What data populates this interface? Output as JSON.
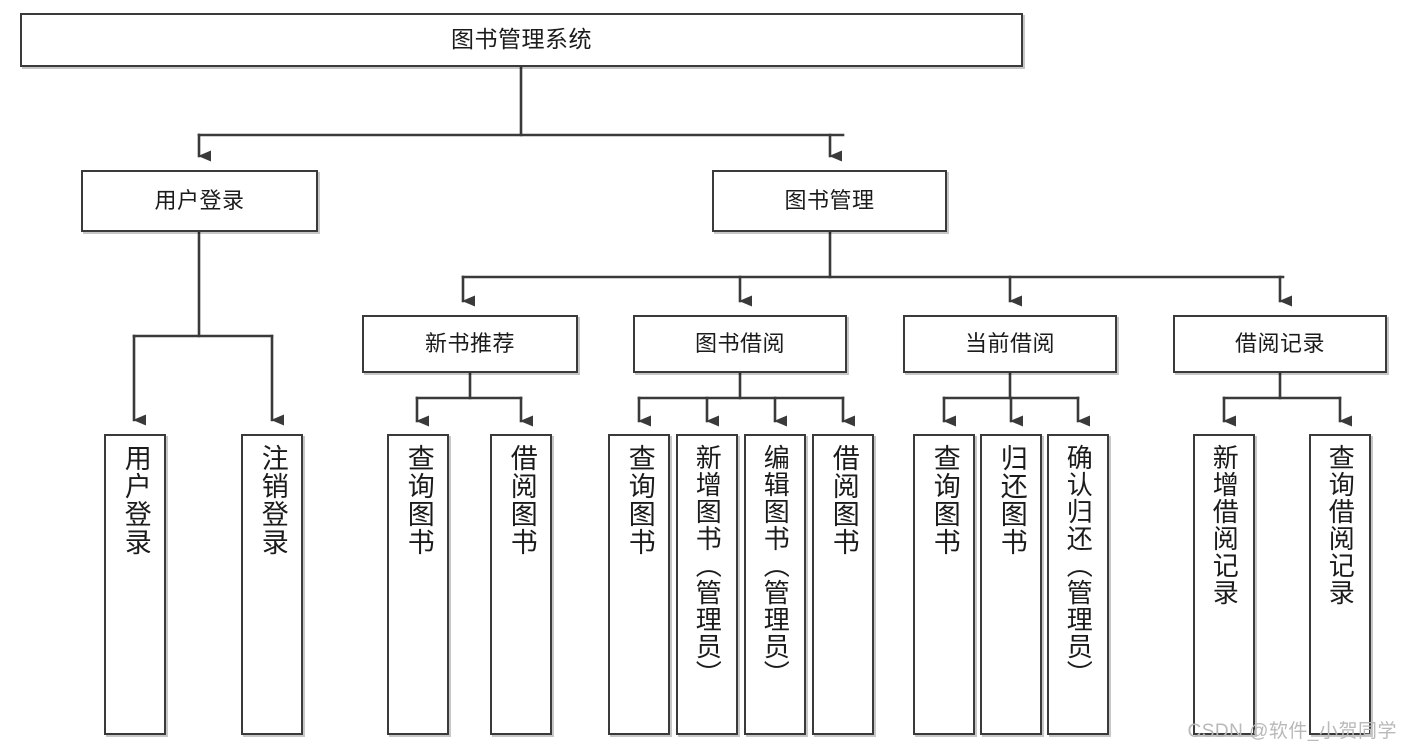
{
  "diagram": {
    "type": "tree",
    "title": "图书管理系统",
    "root": {
      "id": "root",
      "label": "图书管理系统"
    },
    "level2": [
      {
        "id": "user-login",
        "label": "用户登录"
      },
      {
        "id": "book-manage",
        "label": "图书管理"
      }
    ],
    "level3": [
      {
        "id": "new-book-recommend",
        "label": "新书推荐"
      },
      {
        "id": "book-borrow",
        "label": "图书借阅"
      },
      {
        "id": "current-borrow",
        "label": "当前借阅"
      },
      {
        "id": "borrow-record",
        "label": "借阅记录"
      }
    ],
    "leaves": {
      "user_login": [
        {
          "id": "leaf-user-login",
          "label": "用户登录"
        },
        {
          "id": "leaf-logout-login",
          "label": "注销登录"
        }
      ],
      "new_book_recommend": [
        {
          "id": "leaf-query-book-1",
          "label": "查询图书"
        },
        {
          "id": "leaf-borrow-book-1",
          "label": "借阅图书"
        }
      ],
      "book_borrow": [
        {
          "id": "leaf-query-book-2",
          "label": "查询图书"
        },
        {
          "id": "leaf-add-book",
          "label": "新增图书（管理员）"
        },
        {
          "id": "leaf-edit-book",
          "label": "编辑图书（管理员）"
        },
        {
          "id": "leaf-borrow-book-2",
          "label": "借阅图书"
        }
      ],
      "current_borrow": [
        {
          "id": "leaf-query-book-3",
          "label": "查询图书"
        },
        {
          "id": "leaf-return-book",
          "label": "归还图书"
        },
        {
          "id": "leaf-confirm-return",
          "label": "确认归还（管理员）"
        }
      ],
      "borrow_record": [
        {
          "id": "leaf-add-record",
          "label": "新增借阅记录"
        },
        {
          "id": "leaf-query-record",
          "label": "查询借阅记录"
        }
      ]
    }
  },
  "watermark": {
    "text": "CSDN @软件_小贺同学"
  },
  "colors": {
    "stroke": "#3a3a3a",
    "background": "#ffffff",
    "text": "#1b1b1b",
    "watermark": "#b9b9b9"
  }
}
